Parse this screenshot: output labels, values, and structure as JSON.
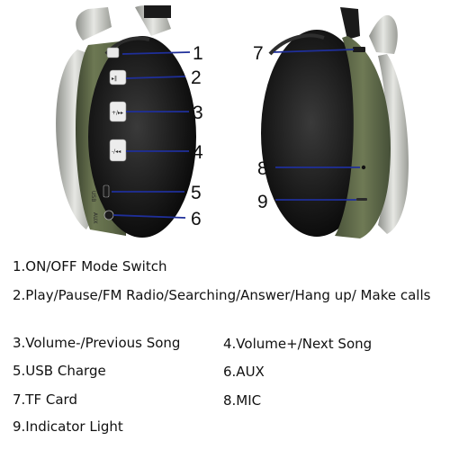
{
  "callouts": {
    "n1": "1",
    "n2": "2",
    "n3": "3",
    "n4": "4",
    "n5": "5",
    "n6": "6",
    "n7": "7",
    "n8": "8",
    "n9": "9"
  },
  "side_labels": {
    "usb": "USB",
    "aux": "AUX"
  },
  "legend": {
    "item1": "1.ON/OFF  Mode Switch",
    "item2": "2.Play/Pause/FM Radio/Searching/Answer/Hang up/ Make calls",
    "item3": "3.Volume-/Previous Song",
    "item4": "4.Volume+/Next Song",
    "item5": "5.USB Charge",
    "item6": "6.AUX",
    "item7": "7.TF Card",
    "item8": "8.MIC",
    "item9": "9.Indicator Light"
  },
  "colors": {
    "earcup_green": "#5f6a48",
    "cushion": "#1a1a1a",
    "headband_silver": "#c9cbc6",
    "callout_line": "#1f2f9a"
  }
}
